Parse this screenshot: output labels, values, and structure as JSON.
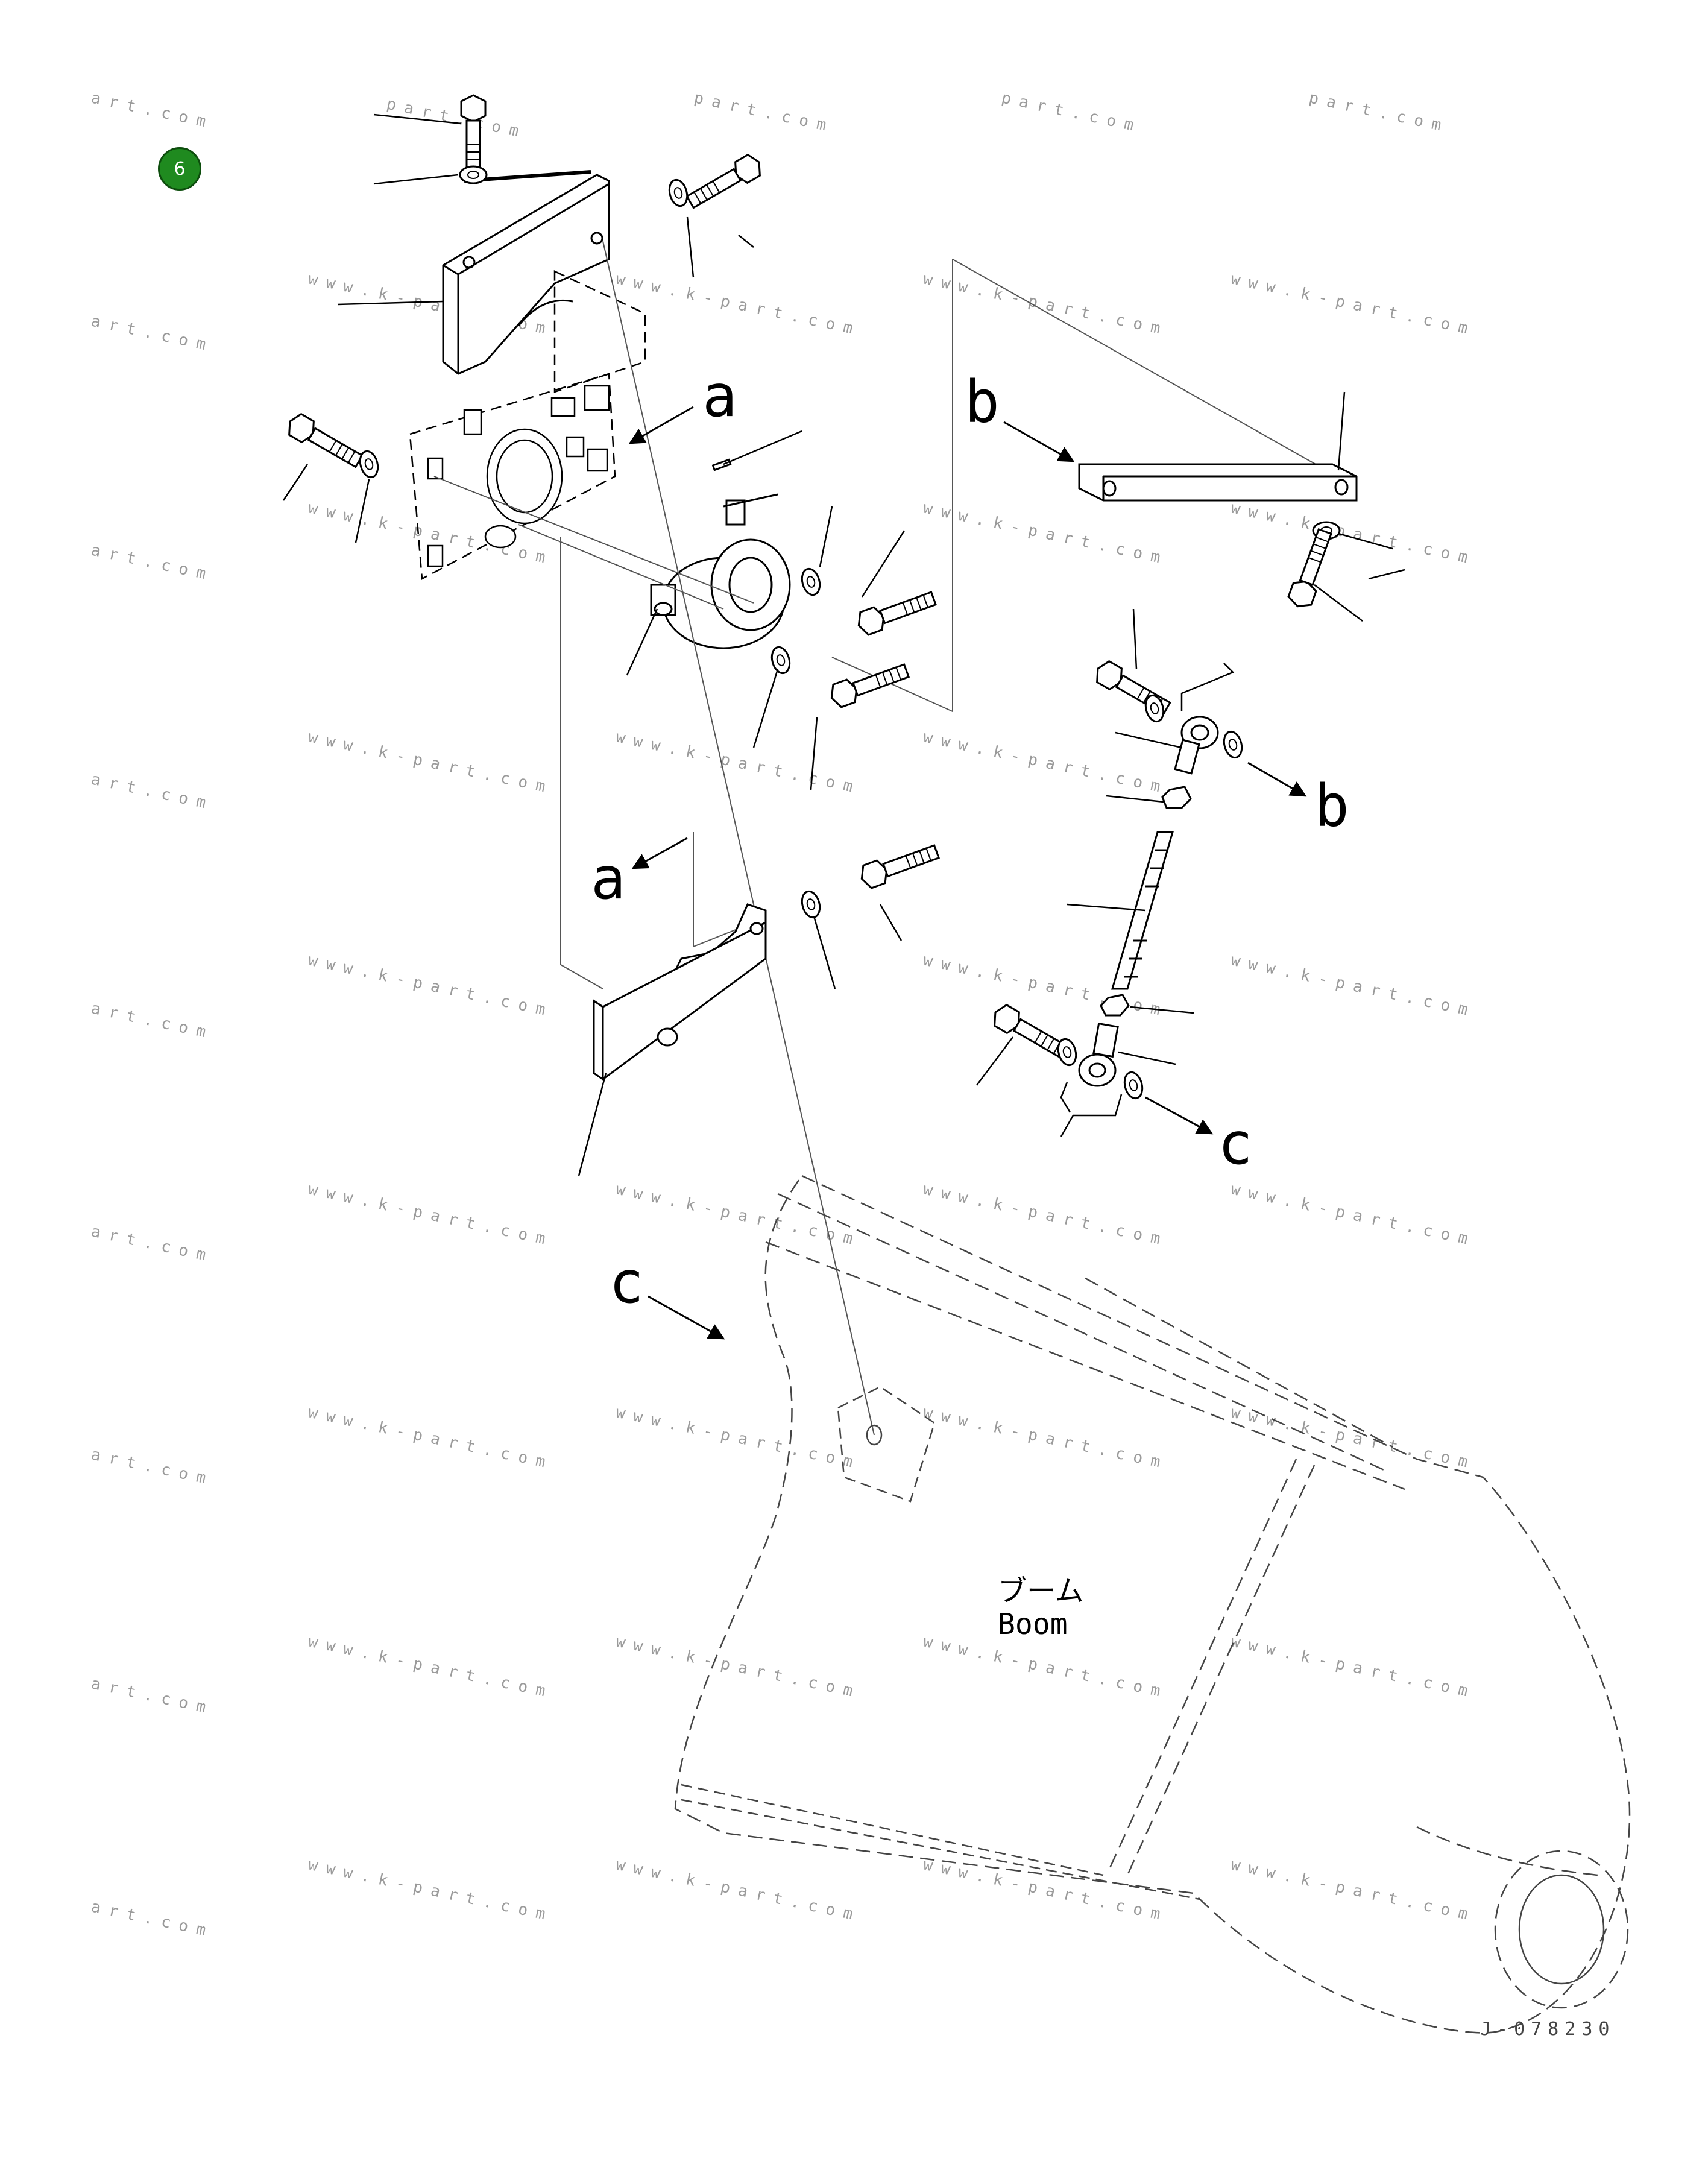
{
  "badge": {
    "number": "6",
    "color": "#1f8a1f"
  },
  "callouts": {
    "a": "a",
    "b": "b",
    "c": "c"
  },
  "boom": {
    "label_jp": "ブーム",
    "label_en": "Boom"
  },
  "drawing_code": "J-078230",
  "watermarks": {
    "part": "part.com",
    "kpart": "www.k-part.com",
    "art": "art.com"
  },
  "icons": [
    "bolt-icon",
    "washer-icon",
    "cover-icon",
    "bracket-icon",
    "rod-icon",
    "nut-icon",
    "arrow-icon"
  ]
}
